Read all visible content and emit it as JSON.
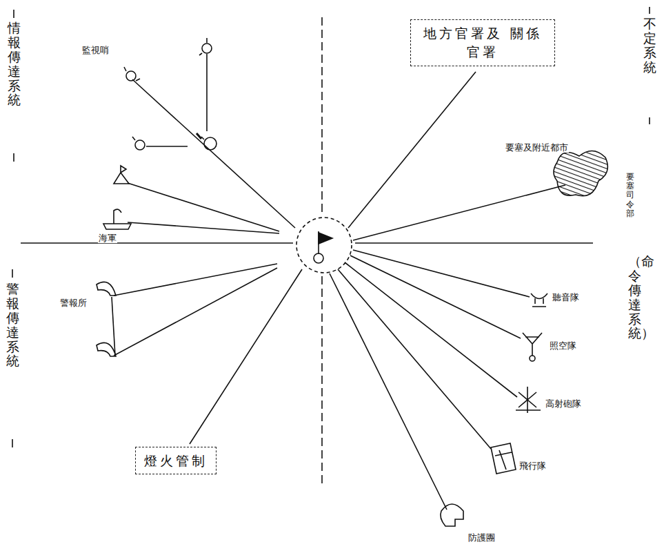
{
  "diagram": {
    "nodes": [
      {
        "text": [
          "地方官署及 關係官署"
        ]
      },
      {
        "text": [
          "燈火管制"
        ]
      }
    ],
    "labels": [
      "情報傳達系統",
      "不定系統",
      "（命令傳達系統）",
      "警報傳達系統",
      "監視哨",
      "海軍",
      "警報所",
      "要塞及附近都市",
      "要塞司令部",
      "聽音隊",
      "照空隊",
      "高射砲隊",
      "飛行隊",
      "防護團"
    ]
  }
}
